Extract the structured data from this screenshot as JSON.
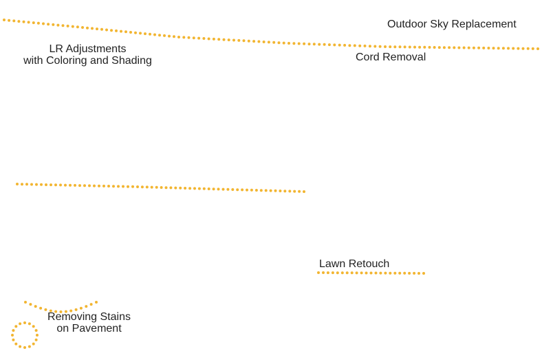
{
  "accent_color": "#f2b531",
  "labels": {
    "sky": "Outdoor Sky Replacement",
    "cord": "Cord Removal",
    "lr_line1": "LR Adjustments",
    "lr_line2": "with Coloring and Shading",
    "lawn": "Lawn Retouch",
    "stains_line1": "Removing Stains",
    "stains_line2": "on Pavement"
  }
}
